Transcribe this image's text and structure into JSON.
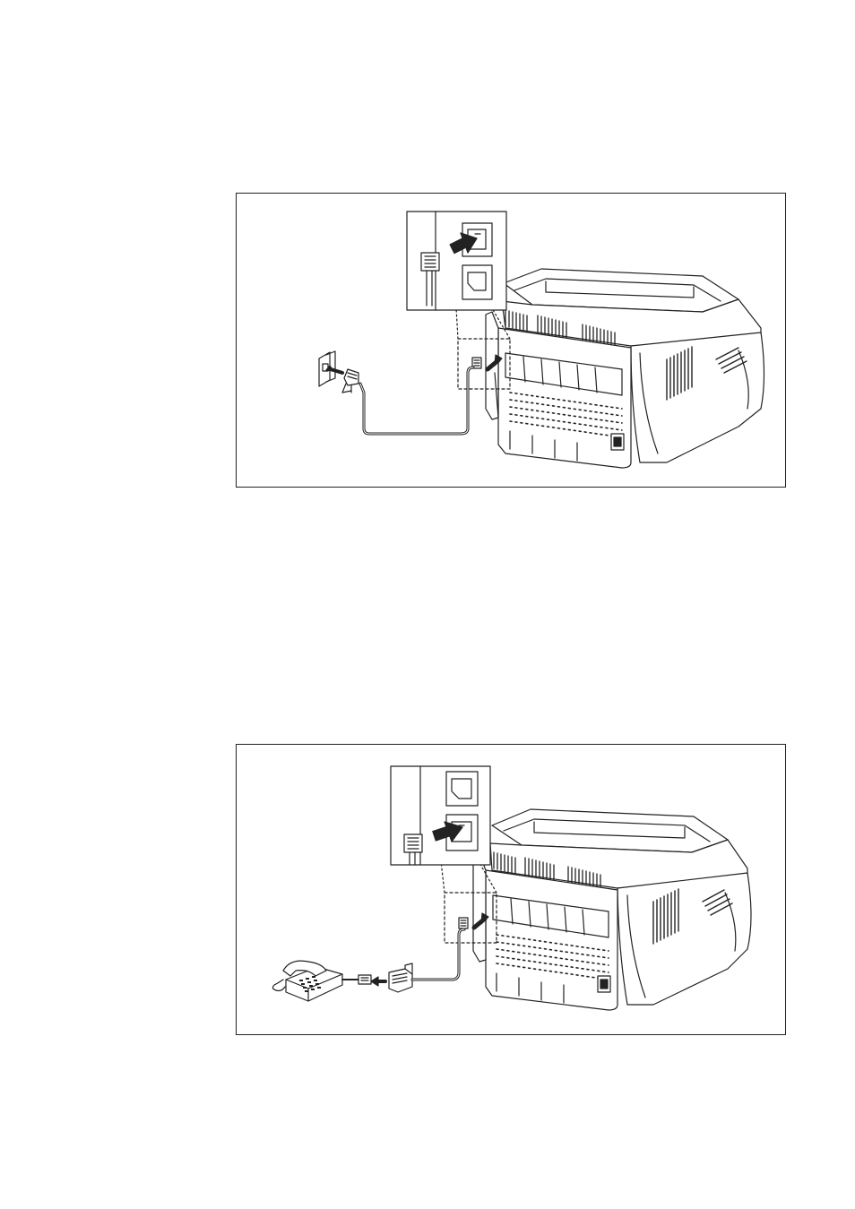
{
  "page": {
    "background": "#ffffff",
    "line_color": "#222222"
  },
  "figures": [
    {
      "id": "figure-line-connection",
      "icon": "fax-machine-line-connection-illustration"
    },
    {
      "id": "figure-phone-connection",
      "icon": "fax-machine-extension-phone-connection-illustration"
    }
  ]
}
